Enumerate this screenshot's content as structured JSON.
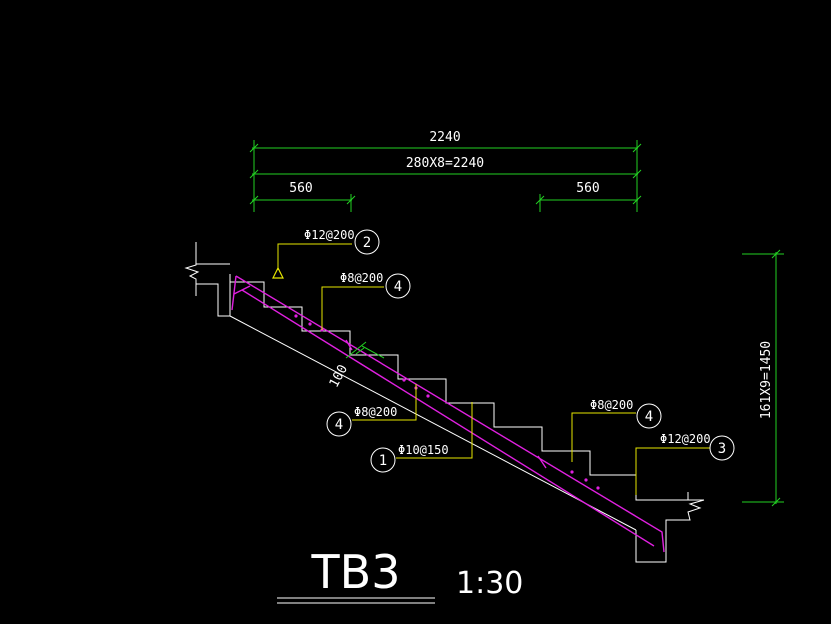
{
  "dimensions": {
    "total": "2240",
    "steps_width": "280X8=2240",
    "left_segment": "560",
    "right_segment": "560",
    "height": "161X9=1450",
    "thickness": "100"
  },
  "callouts": [
    {
      "id": "2",
      "label": "Φ12@200"
    },
    {
      "id": "4",
      "label": "Φ8@200"
    },
    {
      "id": "4",
      "label": "Φ8@200"
    },
    {
      "id": "1",
      "label": "Φ10@150"
    },
    {
      "id": "4",
      "label": "Φ8@200"
    },
    {
      "id": "3",
      "label": "Φ12@200"
    }
  ],
  "title": {
    "name": "TB3",
    "scale": "1:30"
  },
  "colors": {
    "background": "#000000",
    "dimension": "#22d022",
    "outline": "#ffffff",
    "rebar": "#e020e0",
    "leader": "#e6e600"
  }
}
